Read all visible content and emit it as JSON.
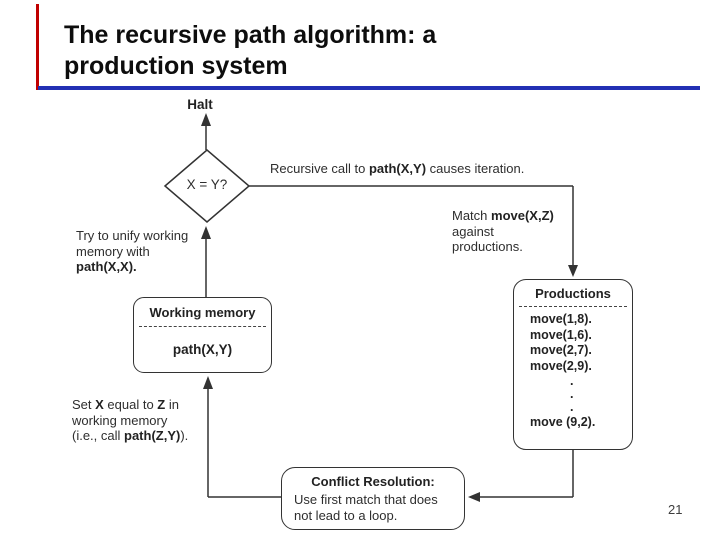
{
  "slide": {
    "title_line1": "The recursive path algorithm: a",
    "title_line2": "production system",
    "page_number": "21",
    "accent_bar_color": "#c00000",
    "title_rule_color": "#2230b4"
  },
  "flowchart": {
    "halt_label": "Halt",
    "decision_label": "X = Y?",
    "recursive_note": {
      "pre": "Recursive call to ",
      "bold": "path(X,Y)",
      "post": " causes iteration."
    },
    "match_note": {
      "line1_pre": "Match ",
      "line1_bold": "move(X,Z)",
      "line2": "against",
      "line3": "productions."
    },
    "unify_note": {
      "line1": "Try to unify working",
      "line2": "memory with",
      "line3_bold": "path(X,X)."
    },
    "set_note": {
      "l1_pre": "Set ",
      "l1_bold1": "X",
      "l1_mid": " equal to ",
      "l1_bold2": "Z",
      "l1_post": " in",
      "line2": "working memory",
      "l3_pre": "(i.e., call ",
      "l3_bold": "path(Z,Y)",
      "l3_post": ")."
    },
    "working_memory_box": {
      "title": "Working memory",
      "content": "path(X,Y)"
    },
    "productions_box": {
      "title": "Productions",
      "items": [
        "move(1,8).",
        "move(1,6).",
        "move(2,7).",
        "move(2,9)."
      ],
      "dots": [
        ".",
        ".",
        "."
      ],
      "last_item": "move (9,2)."
    },
    "conflict_box": {
      "title": "Conflict Resolution:",
      "line1": "Use first match that does",
      "line2": "not lead to a loop."
    }
  }
}
